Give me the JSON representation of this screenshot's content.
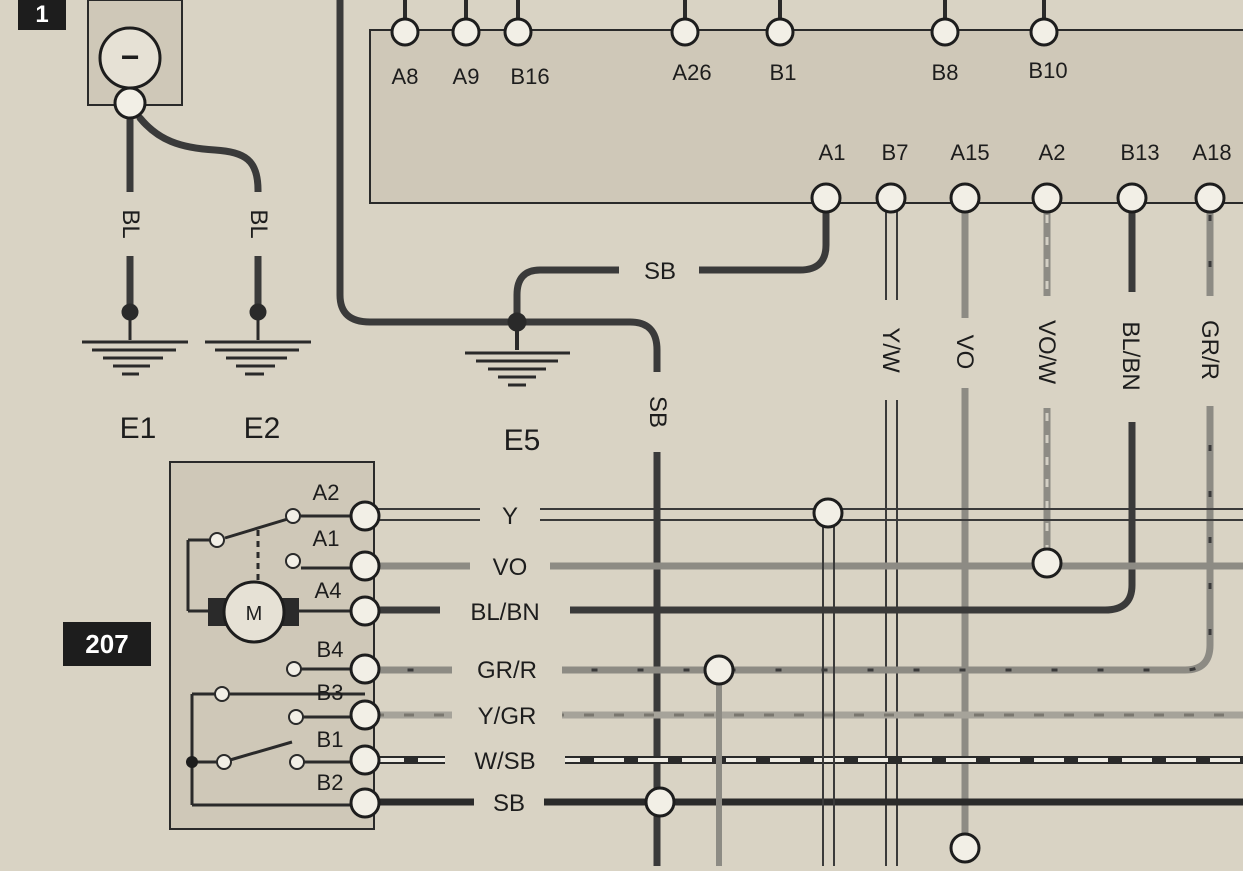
{
  "diagram": {
    "tags": {
      "top_left": "1",
      "component": "207"
    },
    "ecu_top_pins": [
      "A8",
      "A9",
      "B16",
      "A26",
      "B1",
      "B8",
      "B10"
    ],
    "ecu_bottom_pins": [
      "A1",
      "B7",
      "A15",
      "A2",
      "B13",
      "A18"
    ],
    "grounds": [
      "E1",
      "E2",
      "E5"
    ],
    "fuse_symbol": "−",
    "motor_symbol": "M",
    "wire_labels": {
      "e1": "BL",
      "e2": "BL",
      "sb_h": "SB",
      "sb_v": "SB",
      "v_b7": "Y/W",
      "v_a15": "VO",
      "v_a2": "VO/W",
      "v_b13": "BL/BN",
      "v_a18": "GR/R"
    },
    "connector_rows": [
      {
        "pin": "A2",
        "wire": "Y"
      },
      {
        "pin": "A1",
        "wire": "VO"
      },
      {
        "pin": "A4",
        "wire": "BL/BN"
      },
      {
        "pin": "B4",
        "wire": "GR/R"
      },
      {
        "pin": "B3",
        "wire": "Y/GR"
      },
      {
        "pin": "B1",
        "wire": "W/SB"
      },
      {
        "pin": "B2",
        "wire": "SB"
      }
    ]
  }
}
